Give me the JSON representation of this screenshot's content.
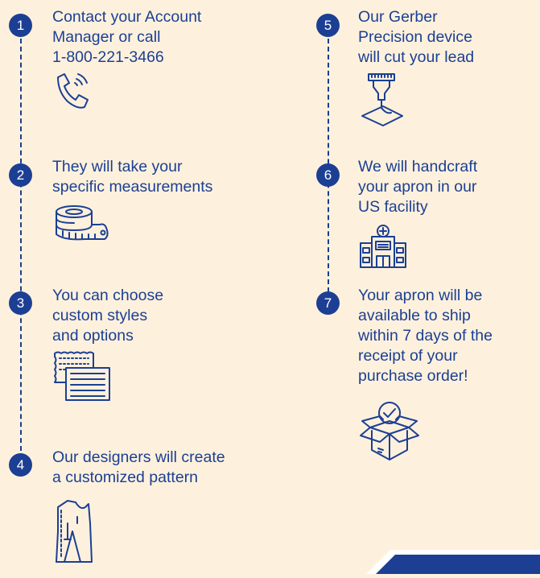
{
  "colors": {
    "accent": "#1c3f94",
    "background": "#fdf1dd"
  },
  "steps": [
    {
      "number": "1",
      "lines": [
        "Contact your Account",
        "Manager or call",
        "1-800-221-3466"
      ],
      "icon": "phone-icon"
    },
    {
      "number": "2",
      "lines": [
        "They will take your",
        "specific measurements"
      ],
      "icon": "tape-measure-icon"
    },
    {
      "number": "3",
      "lines": [
        "You can choose",
        "custom styles",
        "and options"
      ],
      "icon": "fabric-swatch-icon"
    },
    {
      "number": "4",
      "lines": [
        "Our designers will create",
        "a customized pattern"
      ],
      "icon": "pattern-icon"
    },
    {
      "number": "5",
      "lines": [
        "Our Gerber",
        "Precision device",
        "will cut your lead"
      ],
      "icon": "cutting-machine-icon"
    },
    {
      "number": "6",
      "lines": [
        "We will handcraft",
        "your apron in our",
        "US facility"
      ],
      "icon": "factory-icon"
    },
    {
      "number": "7",
      "lines": [
        "Your apron will be",
        "available to ship",
        "within 7 days of the",
        "receipt of your",
        "purchase order!"
      ],
      "icon": "box-check-icon"
    }
  ]
}
